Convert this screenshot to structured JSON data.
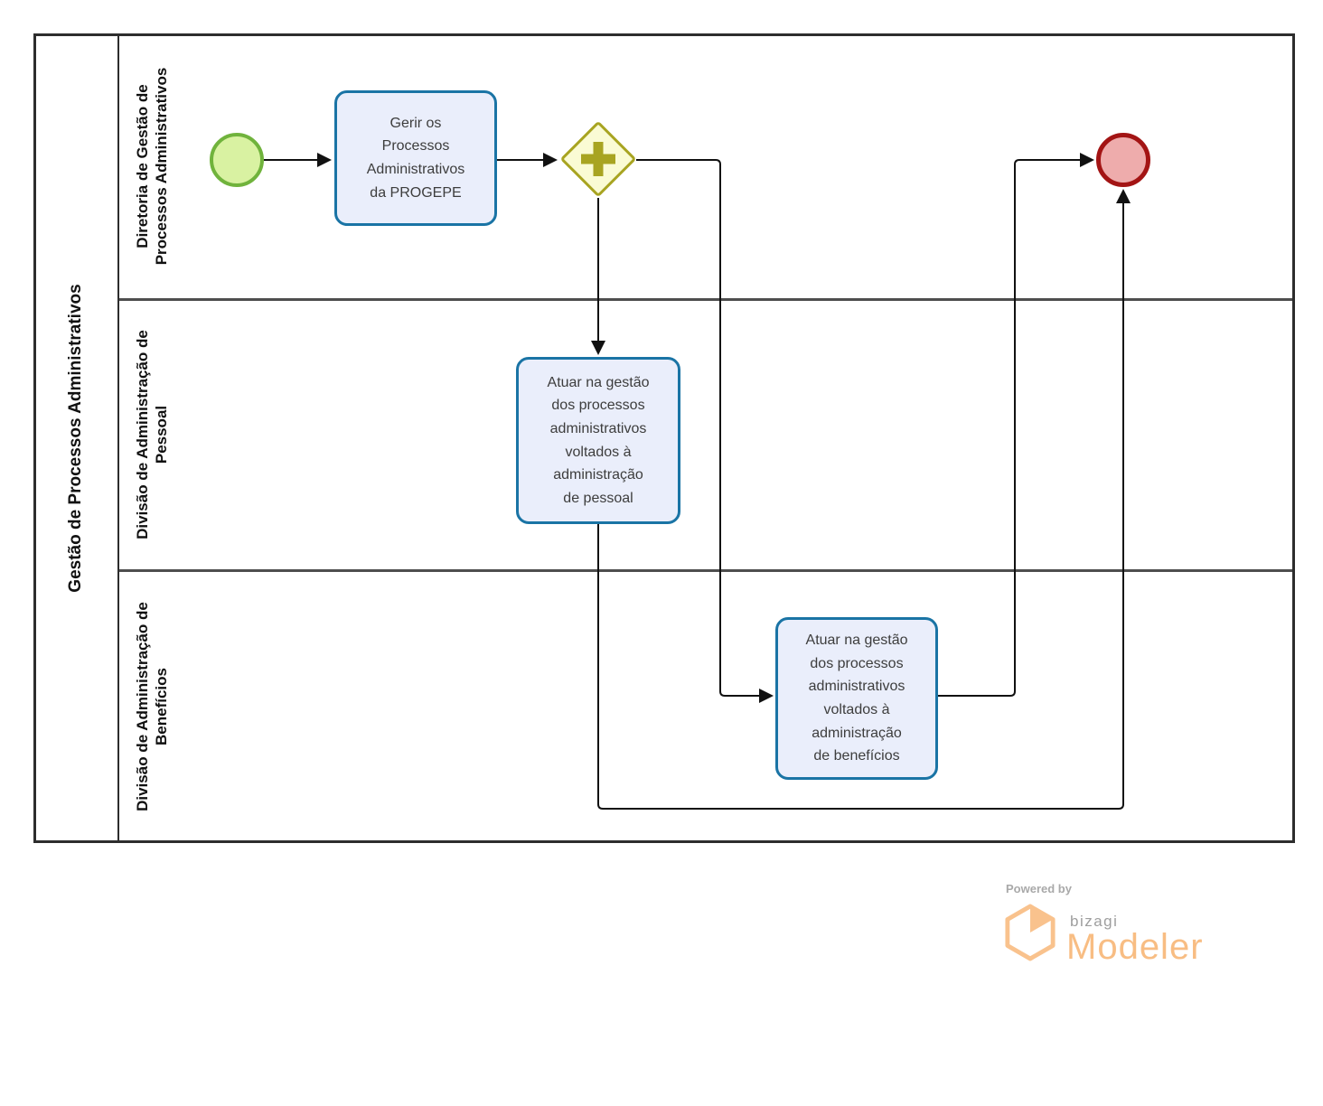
{
  "pool": {
    "title": "Gestão de Processos Administrativos"
  },
  "lanes": [
    {
      "label": "Diretoria de Gestão de\nProcessos Administrativos"
    },
    {
      "label": "Divisão de Administração de\nPessoal"
    },
    {
      "label": "Divisão de Administração de\nBenefícios"
    }
  ],
  "nodes": {
    "start_event": {
      "type": "bpmn-start-event"
    },
    "task_gerir": {
      "label": "Gerir os\nProcessos\nAdministrativos\nda PROGEPE"
    },
    "gateway": {
      "type": "bpmn-parallel-gateway",
      "glyph": "+"
    },
    "task_pessoal": {
      "label": "Atuar na gestão\ndos processos\nadministrativos\nvoltados à\nadministração\nde pessoal"
    },
    "task_beneficios": {
      "label": "Atuar na gestão\ndos processos\nadministrativos\nvoltados à\nadministração\nde benefícios"
    },
    "end_event": {
      "type": "bpmn-end-event"
    }
  },
  "footer": {
    "powered_by": "Powered by",
    "brand": "bizagi",
    "product": "Modeler"
  },
  "colors": {
    "start_fill": "#d9f2a2",
    "start_border": "#70b33c",
    "task_fill": "#eaeefb",
    "task_border": "#1a74a5",
    "gateway_fill": "#fafbd4",
    "gateway_border": "#a8a421",
    "end_fill": "#eeacac",
    "end_border": "#a31414",
    "lane_separator": "#4e4e4e",
    "pool_border": "#2d2d2d",
    "flow": "#111111",
    "brand_orange": "#f8bd83",
    "brand_gray": "#9e9e9e"
  }
}
